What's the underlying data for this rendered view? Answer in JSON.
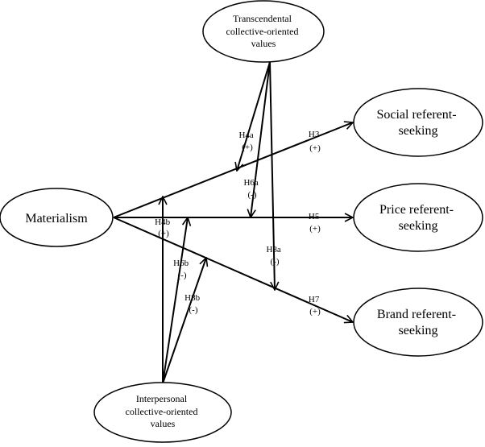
{
  "nodes": {
    "transcendental": [
      "Transcendental",
      "collective-oriented",
      "values"
    ],
    "materialism": [
      "Materialism"
    ],
    "social": [
      "Social referent-",
      "seeking"
    ],
    "price": [
      "Price referent-",
      "seeking"
    ],
    "brand": [
      "Brand referent-",
      "seeking"
    ],
    "interpersonal": [
      "Interpersonal",
      "collective-oriented",
      "values"
    ]
  },
  "hypotheses": {
    "h3": [
      "H3",
      "(+)"
    ],
    "h4a": [
      "H4a",
      "(+)"
    ],
    "h4b": [
      "H4b",
      "(+)"
    ],
    "h5": [
      "H5",
      "(+)"
    ],
    "h6a": [
      "H6a",
      "(-)"
    ],
    "h6b": [
      "H6b",
      "(-)"
    ],
    "h7": [
      "H7",
      "(+)"
    ],
    "h8a": [
      "H8a",
      "(-)"
    ],
    "h8b": [
      "H8b",
      "(-)"
    ]
  }
}
